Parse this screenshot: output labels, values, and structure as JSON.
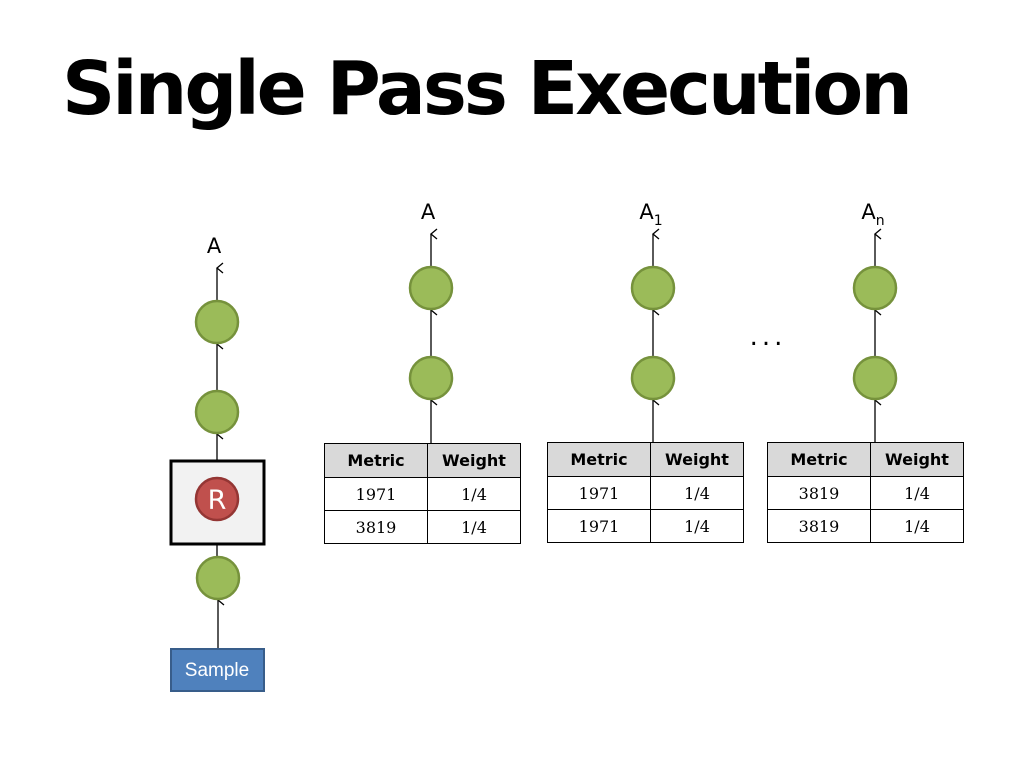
{
  "slide": {
    "title": "Single Pass Execution"
  },
  "pipeline": {
    "output_label": "A",
    "reservoir_label": "R",
    "input_label": "Sample"
  },
  "branches": [
    {
      "output_label": "A",
      "output_sub": "",
      "table": {
        "headers": [
          "Metric",
          "Weight"
        ],
        "rows": [
          [
            "1971",
            "1/4"
          ],
          [
            "3819",
            "1/4"
          ]
        ]
      }
    },
    {
      "output_label": "A",
      "output_sub": "1",
      "table": {
        "headers": [
          "Metric",
          "Weight"
        ],
        "rows": [
          [
            "1971",
            "1/4"
          ],
          [
            "1971",
            "1/4"
          ]
        ]
      }
    },
    {
      "output_label": "A",
      "output_sub": "n",
      "table": {
        "headers": [
          "Metric",
          "Weight"
        ],
        "rows": [
          [
            "3819",
            "1/4"
          ],
          [
            "3819",
            "1/4"
          ]
        ]
      }
    }
  ],
  "ellipsis": "...",
  "colors": {
    "node_fill": "#9bbb59",
    "node_stroke": "#76923c",
    "reservoir_fill": "#c0504d",
    "sample_fill": "#4f81bd",
    "table_header_fill": "#d9d9d9"
  }
}
